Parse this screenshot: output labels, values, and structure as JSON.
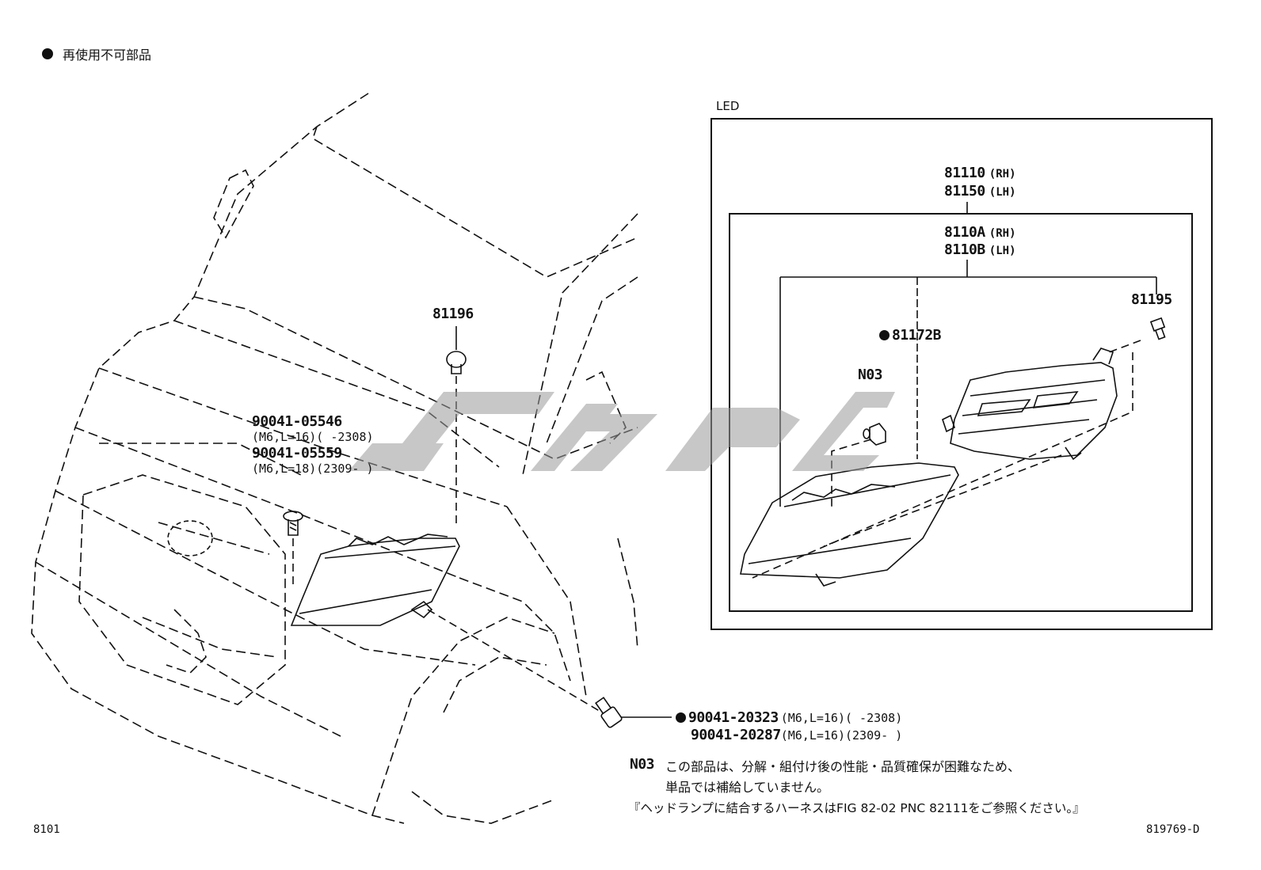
{
  "legend": {
    "symbol": "●",
    "text": "再使用不可部品"
  },
  "box_label": "LED",
  "parts": {
    "assy_rh": "81110",
    "assy_rh_side": "(RH)",
    "assy_lh": "81150",
    "assy_lh_side": "(LH)",
    "sub_rh": "8110A",
    "sub_rh_side": "(RH)",
    "sub_lh": "8110B",
    "sub_lh_side": "(LH)",
    "p81195": "81195",
    "p81172b": "81172B",
    "n03": "N03",
    "p81196": "81196",
    "bolt_a": "90041-05546",
    "bolt_a_spec": "(M6,L=16)(       -2308)",
    "bolt_b": "90041-05559",
    "bolt_b_spec": "(M6,L=18)(2309-      )",
    "bolt_c": "90041-20323",
    "bolt_c_spec": "(M6,L=16)(       -2308)",
    "bolt_d": "90041-20287",
    "bolt_d_spec": "(M6,L=16)(2309-      )"
  },
  "note": {
    "code": "N03",
    "line1": "この部品は、分解・組付け後の性能・品質確保が困難なため、",
    "line2": "単品では補給していません。",
    "line3": "『ヘッドランプに結合するハーネスはFIG 82-02 PNC 82111をご参照ください。』"
  },
  "footer": {
    "fig": "8101",
    "drawing_no": "819769-D"
  },
  "watermark_color": "#9a9a9a"
}
